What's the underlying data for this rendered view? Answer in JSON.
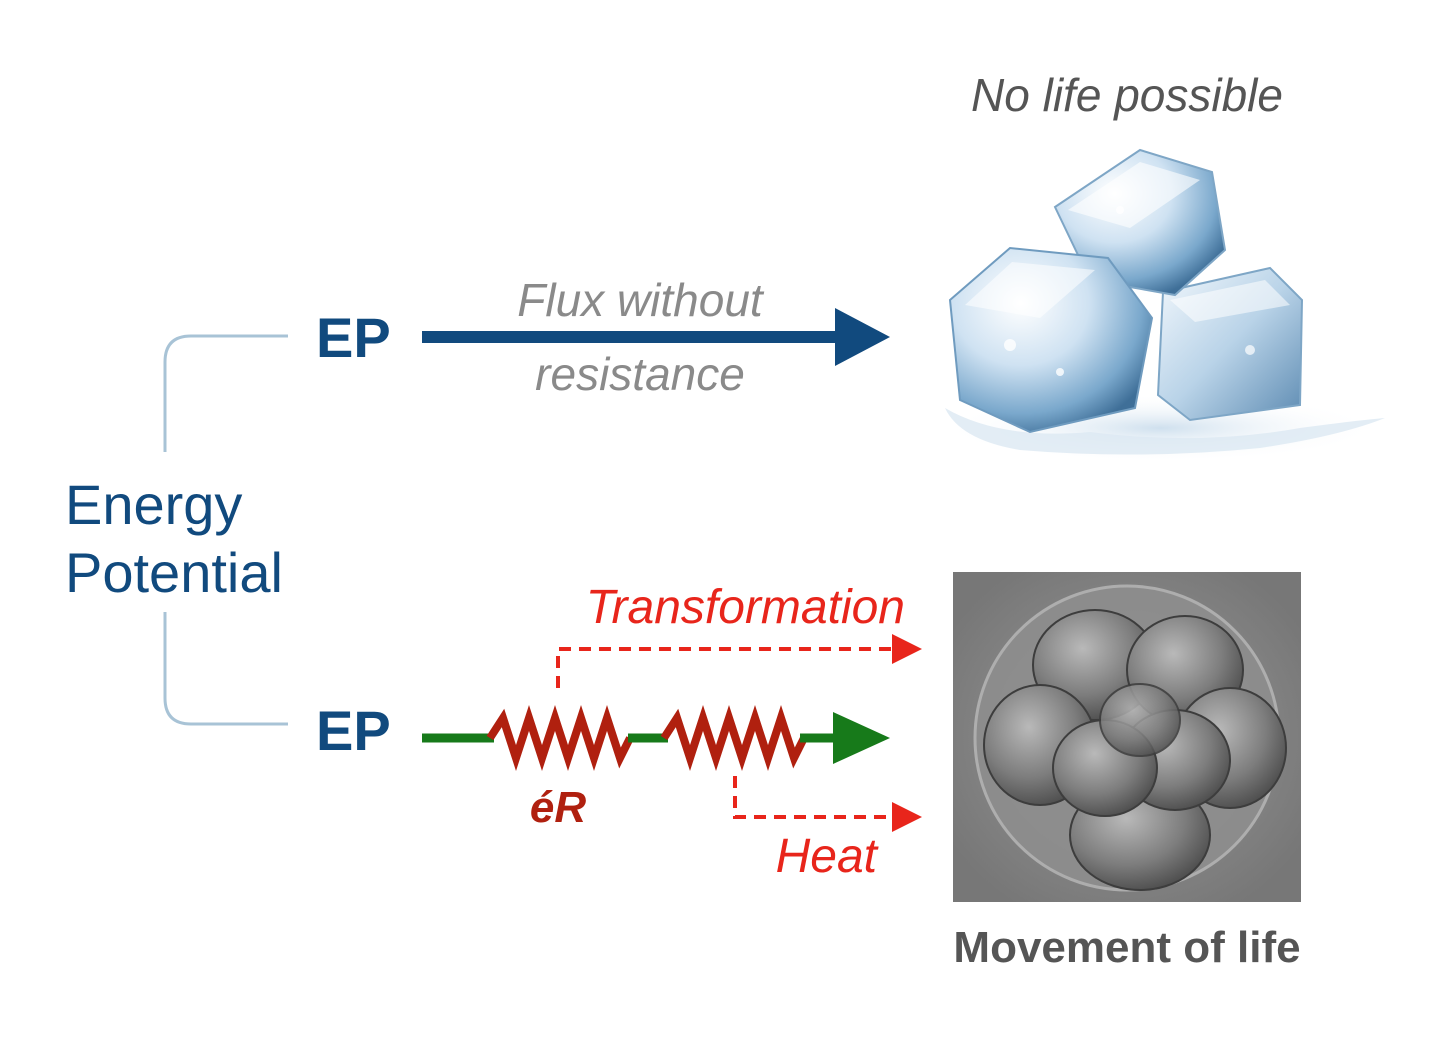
{
  "root_label": [
    "Energy",
    "Potential"
  ],
  "top_branch": {
    "node": "EP",
    "arrow_label": [
      "Flux without",
      "resistance"
    ],
    "outcome": "No life possible"
  },
  "bottom_branch": {
    "node": "EP",
    "resistor_label": "éR",
    "transformation_label": "Transformation",
    "heat_label": "Heat",
    "outcome": "Movement of life"
  },
  "colors": {
    "navy": "#114a7e",
    "connector": "#a8c3d6",
    "gray_text": "#8a8a8a",
    "dark_gray_text": "#555555",
    "green": "#177a1a",
    "resistor": "#b0200f",
    "red_text": "#e8251b"
  },
  "icons": {
    "top_image": "ice-cubes-icon",
    "bottom_image": "embryo-cells-icon"
  }
}
